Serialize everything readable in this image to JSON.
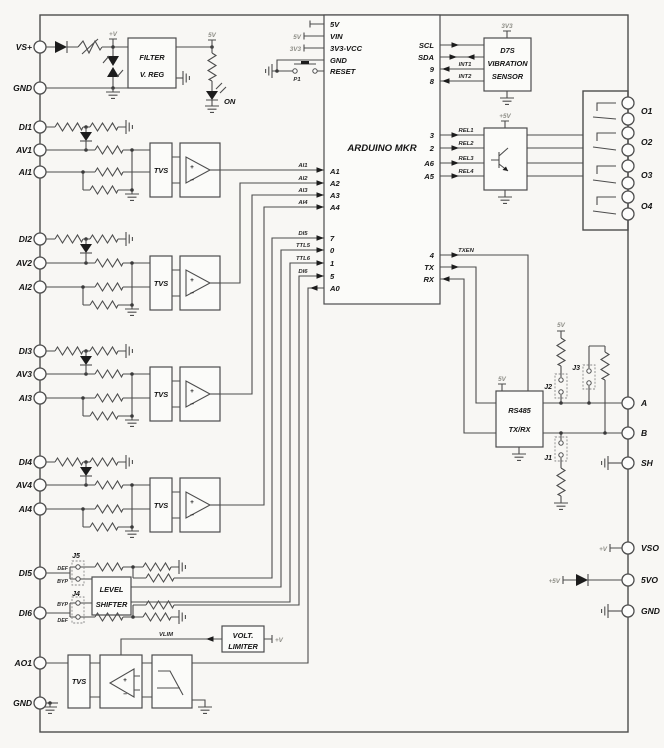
{
  "terminals": {
    "left": [
      "VS+",
      "GND",
      "DI1",
      "AV1",
      "AI1",
      "DI2",
      "AV2",
      "AI2",
      "DI3",
      "AV3",
      "AI3",
      "DI4",
      "AV4",
      "AI4",
      "DI5",
      "DI6",
      "AO1",
      "GND"
    ],
    "right": [
      "O1",
      "O2",
      "O3",
      "O4",
      "A",
      "B",
      "SH",
      "VSO",
      "5VO",
      "GND"
    ]
  },
  "arduino": {
    "title": "ARDUINO MKR",
    "pins_left_top": [
      "5V",
      "VIN",
      "3V3-VCC",
      "GND",
      "RESET"
    ],
    "pins_analog": [
      "A1",
      "A2",
      "A3",
      "A4"
    ],
    "pins_digital": [
      "7",
      "0",
      "1",
      "5",
      "A0"
    ],
    "pins_right_i2c": [
      "SCL",
      "SDA",
      "9",
      "8"
    ],
    "pins_right_relay": [
      "3",
      "2",
      "A6",
      "A5"
    ],
    "pins_right_serial": [
      "4",
      "TX",
      "RX"
    ]
  },
  "blocks": {
    "filter_line1": "FILTER",
    "filter_line2": "V. REG",
    "tvs": "TVS",
    "d7s_line1": "D7S",
    "d7s_line2": "VIBRATION",
    "d7s_line3": "SENSOR",
    "rs485_line1": "RS485",
    "rs485_line2": "TX/RX",
    "level_line1": "LEVEL",
    "level_line2": "SHIFTER",
    "volt_line1": "VOLT.",
    "volt_line2": "LIMITER"
  },
  "signals": {
    "ai": [
      "AI1",
      "AI2",
      "AI3",
      "AI4"
    ],
    "di": [
      "DI5",
      "TTL5",
      "TTL6",
      "DI6"
    ],
    "int": [
      "INT1",
      "INT2"
    ],
    "rel": [
      "REL1",
      "REL2",
      "REL3",
      "REL4"
    ],
    "txen": "TXEN",
    "vlim": "VLIM"
  },
  "power": {
    "v5": "5V",
    "v3": "3V3",
    "plus_v": "+V",
    "plus_5v": "+5V"
  },
  "jumpers": {
    "j1": "J1",
    "j2": "J2",
    "j3": "J3",
    "j4": "J4",
    "j5": "J5",
    "def": "DEF",
    "byp": "BYP"
  },
  "opamp": {
    "plus": "+",
    "minus": "−"
  },
  "misc": {
    "p1": "P1",
    "on": "ON"
  }
}
